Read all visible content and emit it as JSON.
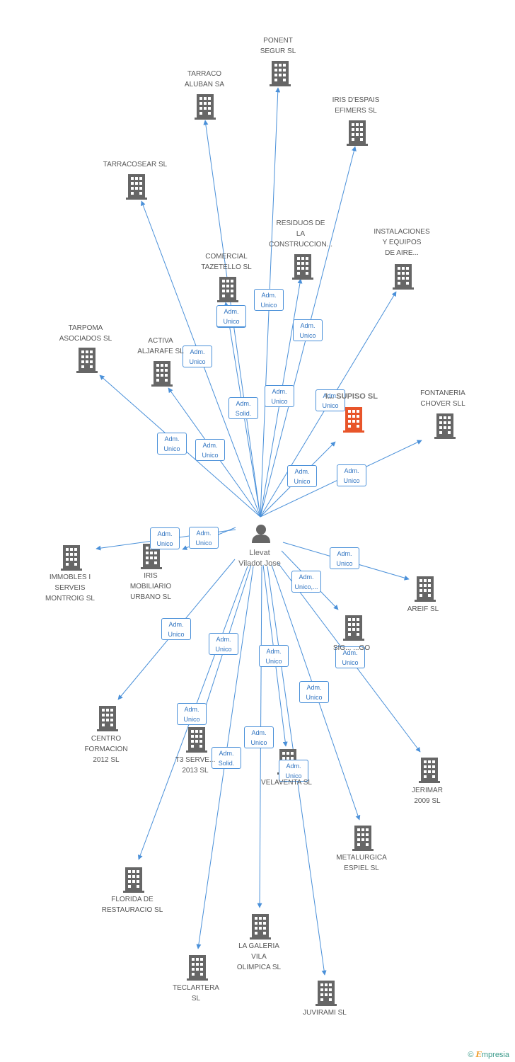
{
  "center": {
    "name_lines": [
      "Llevat",
      "Viladot Jose"
    ]
  },
  "colors": {
    "edge": "#4a90d9",
    "building": "#666666",
    "focus_building": "#e8552a"
  },
  "nodes": [
    {
      "id": "ponent",
      "lines": [
        "PONENT",
        "SEGUR SL"
      ]
    },
    {
      "id": "tarraco-aluban",
      "lines": [
        "TARRACO",
        "ALUBAN SA"
      ]
    },
    {
      "id": "iris-espais",
      "lines": [
        "IRIS D'ESPAIS",
        "EFIMERS SL"
      ]
    },
    {
      "id": "tarracosear",
      "lines": [
        "TARRACOSEAR SL"
      ]
    },
    {
      "id": "residuos",
      "lines": [
        "RESIDUOS DE",
        "LA",
        "CONSTRUCCION..."
      ]
    },
    {
      "id": "instalaciones",
      "lines": [
        "INSTALACIONES",
        "Y EQUIPOS",
        "DE AIRE..."
      ]
    },
    {
      "id": "comercial",
      "lines": [
        "COMERCIAL",
        "TAZETELLO SL"
      ]
    },
    {
      "id": "tarpoma",
      "lines": [
        "TARPOMA",
        "ASOCIADOS SL"
      ]
    },
    {
      "id": "activa",
      "lines": [
        "ACTIVA",
        "ALJARAFE SL"
      ]
    },
    {
      "id": "supiso",
      "lines": [
        "I... SUPISO SL"
      ],
      "focus": true
    },
    {
      "id": "fontaneria",
      "lines": [
        "FONTANERIA",
        "CHOVER SLL"
      ]
    },
    {
      "id": "immobles",
      "lines": [
        "IMMOBLES I",
        "SERVEIS",
        "MONTROIG SL"
      ]
    },
    {
      "id": "iris-mobiliario",
      "lines": [
        "IRIS",
        "MOBILIARIO",
        "URBANO SL"
      ]
    },
    {
      "id": "areif",
      "lines": [
        "AREIF SL"
      ]
    },
    {
      "id": "sigo",
      "lines": [
        "SIG... ...GO"
      ]
    },
    {
      "id": "centro",
      "lines": [
        "CENTRO",
        "FORMACION",
        "2012 SL"
      ]
    },
    {
      "id": "t3",
      "lines": [
        "T3 SERVE...",
        "2013 SL"
      ]
    },
    {
      "id": "velaventa",
      "lines": [
        "VELAVENTA SL"
      ]
    },
    {
      "id": "jerimar",
      "lines": [
        "JERIMAR",
        "2009 SL"
      ]
    },
    {
      "id": "metalurgica",
      "lines": [
        "METALURGICA",
        "ESPIEL SL"
      ]
    },
    {
      "id": "florida",
      "lines": [
        "FLORIDA DE",
        "RESTAURACIO SL"
      ]
    },
    {
      "id": "lagaleria",
      "lines": [
        "LA GALERIA",
        "VILA",
        "OLIMPICA SL"
      ]
    },
    {
      "id": "teclartera",
      "lines": [
        "TECLARTERA",
        "SL"
      ]
    },
    {
      "id": "juvirami",
      "lines": [
        "JUVIRAMI SL"
      ]
    }
  ],
  "edges": [
    {
      "target": "ponent",
      "lines": [
        "Adm.",
        "Unico"
      ]
    },
    {
      "target": "tarraco-aluban",
      "lines": [
        "Adm.",
        "Unico"
      ]
    },
    {
      "target": "iris-espais",
      "lines": [
        "Adm.",
        "Unico"
      ]
    },
    {
      "target": "tarracosear",
      "lines": [
        "Adm.",
        "Unico"
      ]
    },
    {
      "target": "residuos",
      "lines": [
        "Adm.",
        "Unico"
      ]
    },
    {
      "target": "instalaciones",
      "lines": [
        "Adm.",
        "Unico"
      ]
    },
    {
      "target": "comercial",
      "lines": [
        "Adm.",
        "Solid."
      ]
    },
    {
      "target": "tarpoma",
      "lines": [
        "Adm.",
        "Unico"
      ]
    },
    {
      "target": "activa",
      "lines": [
        "Adm.",
        "Unico"
      ]
    },
    {
      "target": "supiso",
      "lines": [
        "Adm.",
        "Unico"
      ]
    },
    {
      "target": "fontaneria",
      "lines": [
        "Adm.",
        "Unico"
      ]
    },
    {
      "target": "immobles",
      "lines": [
        "Adm.",
        "Unico"
      ]
    },
    {
      "target": "iris-mobiliario",
      "lines": [
        "Adm.",
        "Unico"
      ]
    },
    {
      "target": "areif",
      "lines": [
        "Adm.",
        "Unico"
      ]
    },
    {
      "target": "sigo",
      "lines": [
        "Adm.",
        "Unico,..."
      ]
    },
    {
      "target": "centro",
      "lines": [
        "Adm.",
        "Unico"
      ]
    },
    {
      "target": "t3",
      "lines": [
        "Adm.",
        "Unico"
      ]
    },
    {
      "target": "velaventa",
      "lines": [
        "Adm.",
        "Unico"
      ]
    },
    {
      "target": "jerimar",
      "lines": [
        "Adm.",
        "Unico"
      ]
    },
    {
      "target": "metalurgica",
      "lines": [
        "Adm.",
        "Unico"
      ]
    },
    {
      "target": "florida",
      "lines": [
        "Adm.",
        "Unico"
      ]
    },
    {
      "target": "lagaleria",
      "lines": [
        "Adm.",
        "Unico"
      ]
    },
    {
      "target": "teclartera",
      "lines": [
        "Adm.",
        "Solid."
      ]
    },
    {
      "target": "juvirami",
      "lines": [
        "Adm.",
        "Unico"
      ]
    },
    {
      "target": "comercial",
      "lines": [
        "Adm.",
        "Unico"
      ]
    },
    {
      "target": "velaventa",
      "lines": [
        "Adm.",
        "Unico"
      ]
    }
  ],
  "footer": {
    "copyright": "©",
    "brand_initial": "E",
    "brand_rest": "mpresia"
  }
}
